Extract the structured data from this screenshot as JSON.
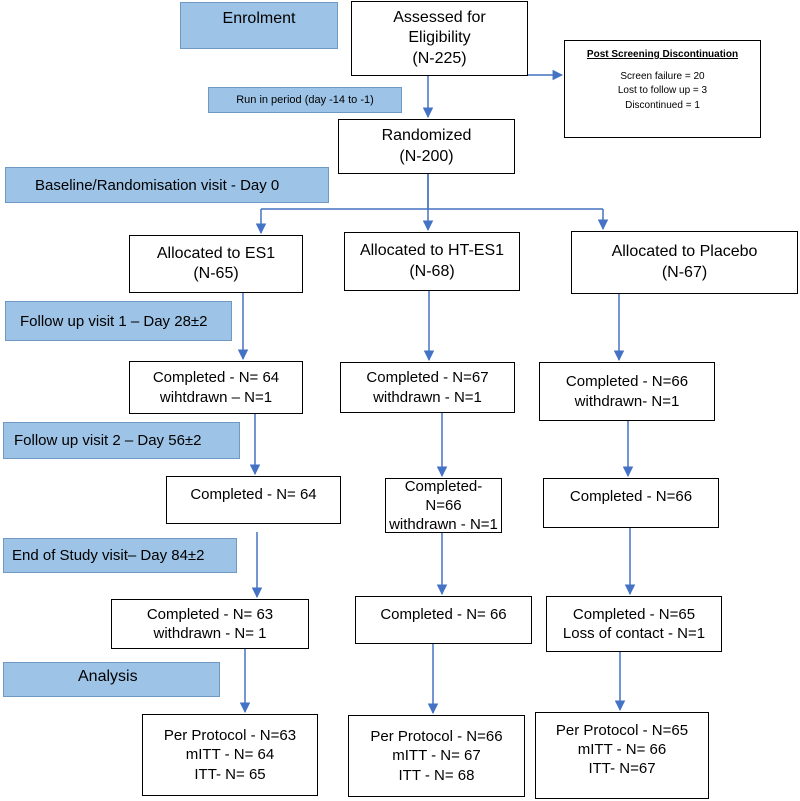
{
  "stages": {
    "enrolment": "Enrolment",
    "run_in": "Run in period (day -14 to -1)",
    "baseline": "Baseline/Randomisation visit - Day 0",
    "follow_up_1": "Follow up visit 1 – Day 28±2",
    "follow_up_2": "Follow up visit 2 – Day 56±2",
    "end_of_study": "End of Study visit– Day 84±2",
    "analysis": "Analysis"
  },
  "assessed": {
    "line1": "Assessed for",
    "line2": "Eligibility",
    "line3": "(N-225)"
  },
  "discontinuation": {
    "title": "Post Screening Discontinuation",
    "lines": [
      "Screen failure = 20",
      "Lost to follow up = 3",
      "Discontinued = 1"
    ]
  },
  "randomized": {
    "line1": "Randomized",
    "line2": "(N-200)"
  },
  "arms": [
    {
      "allocated": {
        "line1": "Allocated to ES1",
        "line2": "(N-65)"
      },
      "visit1": [
        "Completed - N= 64",
        "wihtdrawn – N=1"
      ],
      "visit2": [
        "Completed - N= 64"
      ],
      "visit3": [
        "Completed - N= 63",
        "withdrawn - N= 1"
      ],
      "analysis": [
        "Per Protocol - N=63",
        "mITT - N= 64",
        "ITT- N= 65"
      ]
    },
    {
      "allocated": {
        "line1": "Allocated to HT-ES1",
        "line2": "(N-68)"
      },
      "visit1": [
        "Completed - N=67",
        "withdrawn - N=1"
      ],
      "visit2": [
        "Completed- N=66",
        "withdrawn - N=1"
      ],
      "visit3": [
        "Completed - N= 66"
      ],
      "analysis": [
        "Per Protocol - N=66",
        "mITT - N= 67",
        "ITT - N= 68"
      ]
    },
    {
      "allocated": {
        "line1": "Allocated to Placebo",
        "line2": "(N-67)"
      },
      "visit1": [
        "Completed - N=66",
        "withdrawn- N=1"
      ],
      "visit2": [
        "Completed - N=66"
      ],
      "visit3": [
        "Completed - N=65",
        "Loss of contact - N=1"
      ],
      "analysis": [
        "Per Protocol - N=65",
        "mITT - N= 66",
        "ITT- N=67"
      ]
    }
  ],
  "colors": {
    "stage_fill": "#9dc3e6",
    "arrow": "#4472c4"
  }
}
